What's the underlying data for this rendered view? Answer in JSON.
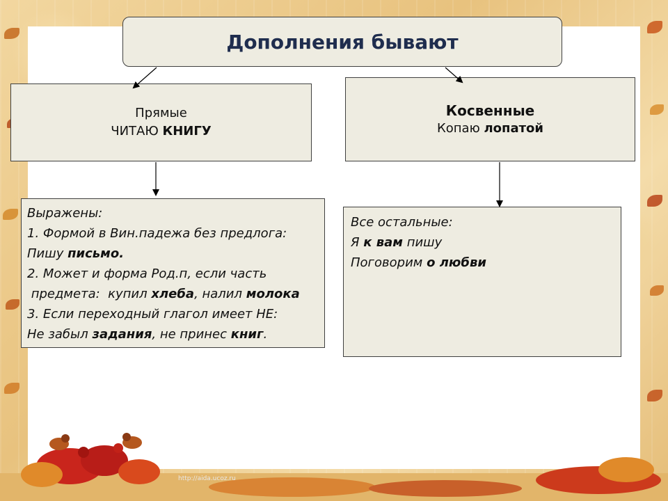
{
  "title": "Дополнения бывают",
  "direct": {
    "heading": "Прямые",
    "example": {
      "verb": "ЧИТАЮ ",
      "object": "КНИГУ"
    }
  },
  "indirect": {
    "heading": "Косвенные",
    "example": {
      "verb": "Копаю ",
      "object": "лопатой"
    }
  },
  "direct_details": {
    "line1": "Выражены:",
    "line2": "1. Формой в Вин.падежа без предлога:",
    "line3": {
      "text": "Пишу ",
      "bold": "письмо."
    },
    "line4": "2. Может и форма Род.п, если часть",
    "line5": {
      "text1": " предмета:  купил ",
      "bold1": "хлеба",
      "text2": ", налил ",
      "bold2": "молока"
    },
    "line6": "3. Если переходный глагол имеет НЕ:",
    "line7": {
      "text1": "Не забыл ",
      "bold1": "задания",
      "text2": ", не принес ",
      "bold2": "книг",
      "text3": "."
    }
  },
  "indirect_details": {
    "line1": "Все остальные:",
    "line2": {
      "text1": "Я ",
      "bold1": "к вам",
      "text2": " пишу"
    },
    "line3": {
      "text1": "Поговорим ",
      "bold1": "о любви"
    }
  },
  "footer_url": "http://aida.ucoz.ru",
  "colors": {
    "box_fill": "#eeece1",
    "box_border": "#3f3f3f",
    "title_text": "#1f2d4e",
    "frame": "#e9c98c"
  }
}
